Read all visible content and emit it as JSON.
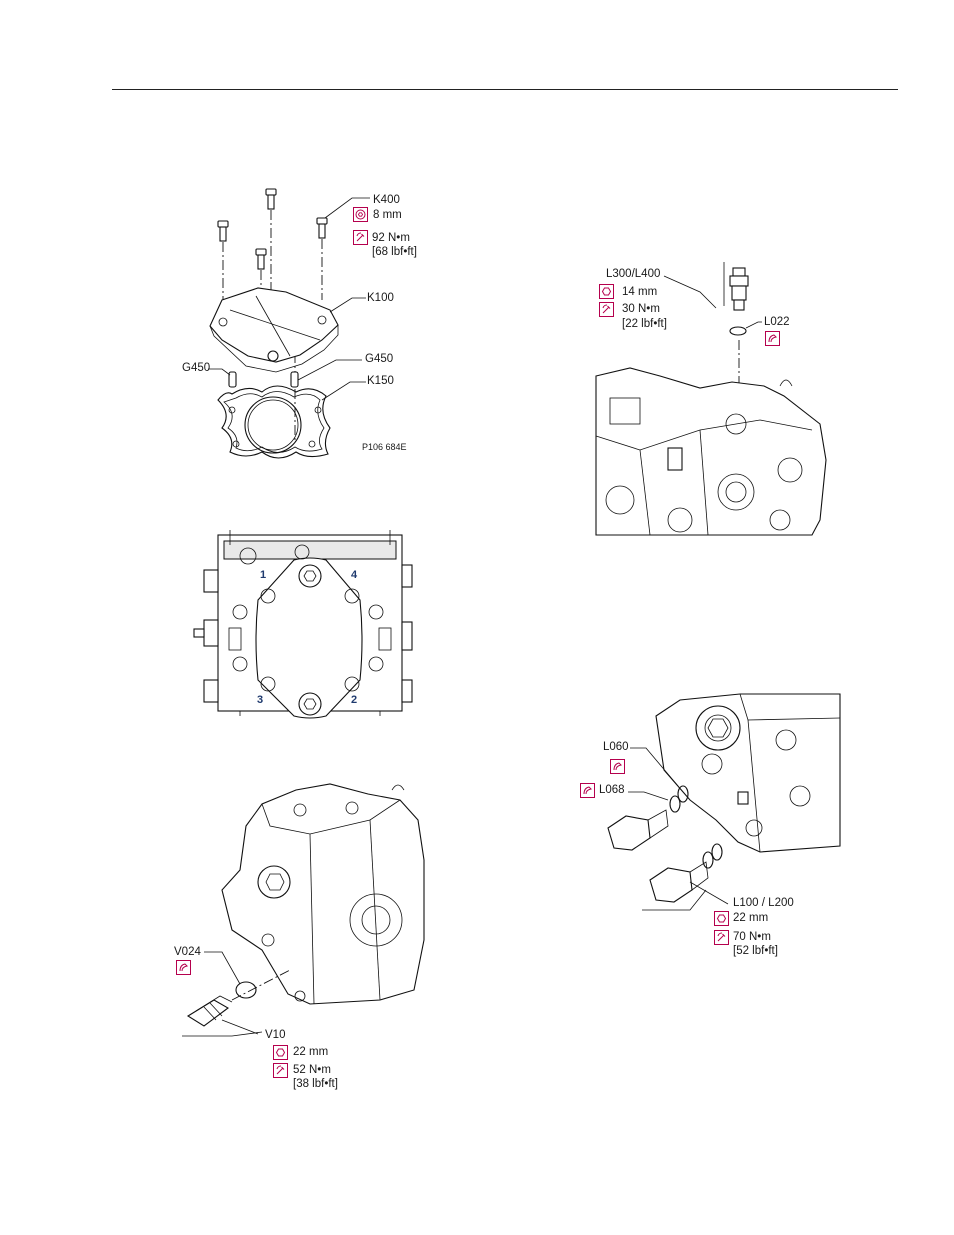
{
  "figures": {
    "cover": {
      "k400": {
        "code": "K400",
        "wrench": "8 mm",
        "torque": "92 N•m",
        "torque_imperial": "[68 lbf•ft]"
      },
      "k100": "K100",
      "g450_left": "G450",
      "g450_right": "G450",
      "k150": "K150",
      "figure_id": "P106 684E"
    },
    "sequence": {
      "n1": "1",
      "n2": "2",
      "n3": "3",
      "n4": "4"
    },
    "valve_v10": {
      "v024": "V024",
      "v10": {
        "code": "V10",
        "wrench": "22 mm",
        "torque": "52 N•m",
        "torque_imperial": "[38 lbf•ft]"
      }
    },
    "valve_l300": {
      "l300": {
        "code": "L300/L400",
        "wrench": "14 mm",
        "torque": "30 N•m",
        "torque_imperial": "[22 lbf•ft]"
      },
      "l022": "L022"
    },
    "valve_l100": {
      "l060": "L060",
      "l068": "L068",
      "l100": {
        "code": "L100 / L200",
        "wrench": "22 mm",
        "torque": "70 N•m",
        "torque_imperial": "[52 lbf•ft]"
      }
    }
  },
  "icons": {
    "hex_socket": "hex-socket-icon",
    "hex_wrench": "hex-wrench-icon",
    "torque": "torque-wrench-icon",
    "lubricate": "lubricate-icon"
  },
  "colors": {
    "icon_accent": "#b5004d",
    "sequence_numbers": "#1f3a6e"
  }
}
